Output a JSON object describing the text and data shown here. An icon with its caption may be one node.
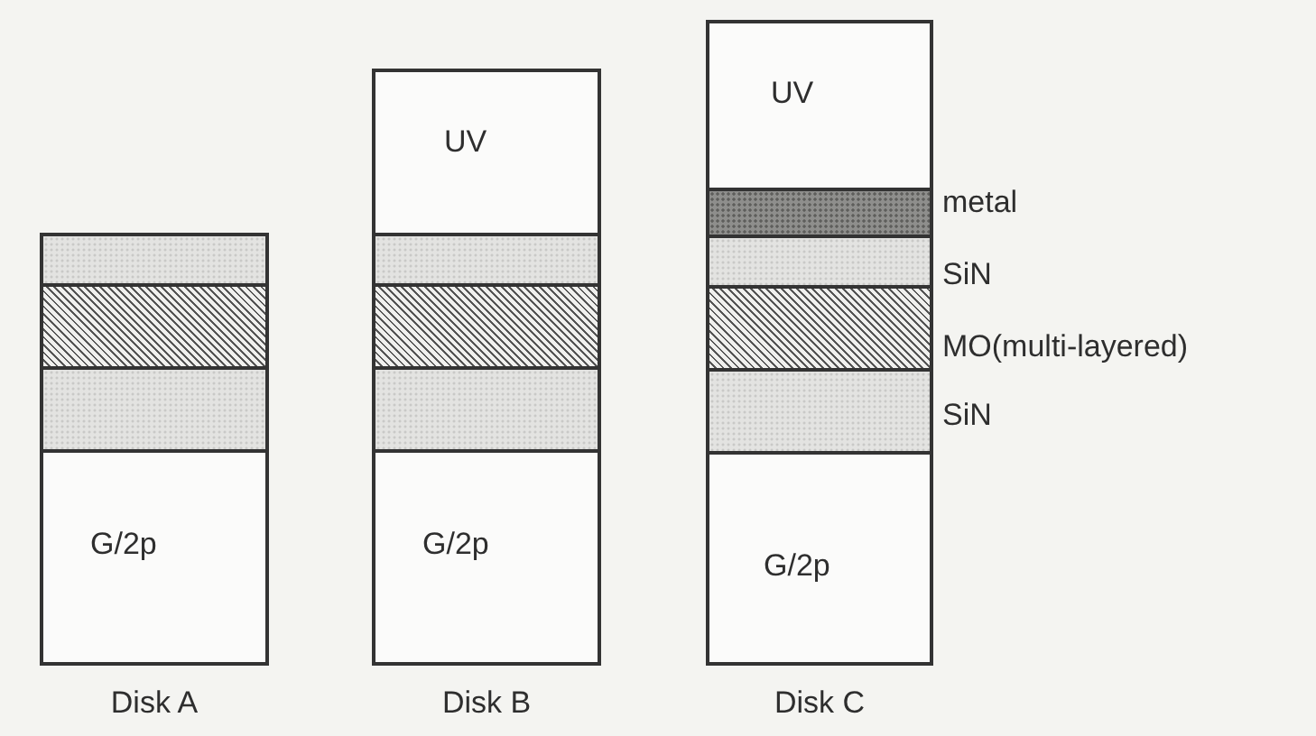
{
  "diagram": {
    "nodes": [
      {
        "text": [
          "Disk A"
        ]
      },
      {
        "text": [],
        "shape": "box",
        "in": 0
      },
      {
        "text": [],
        "shape": "box",
        "in": 0
      },
      {
        "text": [],
        "shape": "box",
        "in": 0
      },
      {
        "text": [
          "G/2p"
        ],
        "in": 0
      },
      {
        "text": [
          "Disk B"
        ]
      },
      {
        "text": [
          "UV"
        ],
        "in": 5
      },
      {
        "text": [],
        "shape": "box",
        "in": 5
      },
      {
        "text": [],
        "shape": "box",
        "in": 5
      },
      {
        "text": [],
        "shape": "box",
        "in": 5
      },
      {
        "text": [
          "G/2p"
        ],
        "in": 5
      },
      {
        "text": [
          "Disk C"
        ]
      },
      {
        "text": [
          "UV"
        ],
        "in": 11
      },
      {
        "text": [],
        "shape": "box",
        "in": 11,
        "beside": [
          "metal"
        ]
      },
      {
        "text": [],
        "shape": "box",
        "in": 11,
        "beside": [
          "SiN"
        ]
      },
      {
        "text": [],
        "shape": "box",
        "in": 11,
        "beside": [
          "MO(multi-layered)"
        ]
      },
      {
        "text": [],
        "shape": "box",
        "in": 11,
        "beside": [
          "SiN"
        ]
      },
      {
        "text": [
          "G/2p"
        ],
        "in": 11
      }
    ]
  }
}
